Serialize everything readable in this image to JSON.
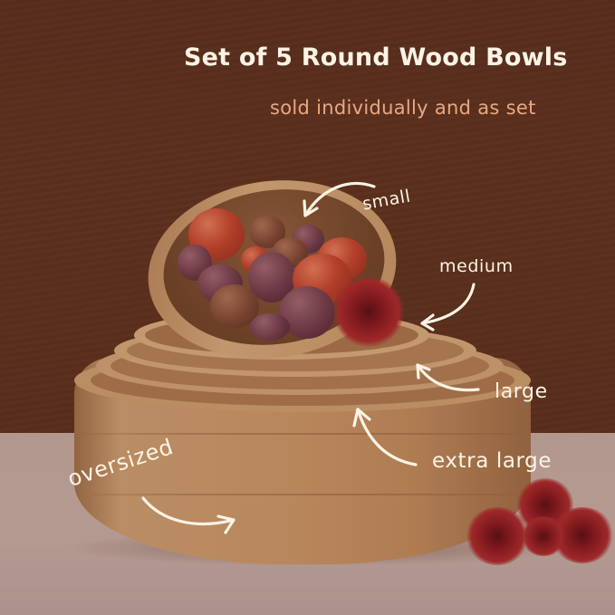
{
  "product": {
    "title": "Set of 5 Round Wood Bowls",
    "subtitle": "sold individually and as set"
  },
  "labels": {
    "small": "small",
    "medium": "medium",
    "large": "large",
    "extra_large": "extra large",
    "oversized": "oversized"
  },
  "colors": {
    "background_wall": "#5a2f1d",
    "table_surface": "#c0a79f",
    "title_text": "#fbf3e4",
    "subtitle_text": "#e8a883",
    "label_text": "#fbf3e4",
    "wood": "#c99a6c"
  },
  "icons": [
    "arrow-small-icon",
    "arrow-medium-icon",
    "arrow-large-icon",
    "arrow-extra-large-icon",
    "arrow-oversized-icon"
  ]
}
